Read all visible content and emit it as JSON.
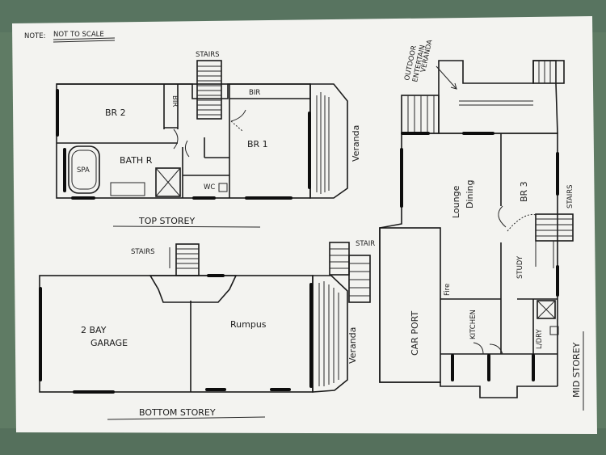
{
  "note": {
    "label": "NOTE:",
    "text": "NOT TO SCALE"
  },
  "top_storey": {
    "title": "TOP STOREY",
    "rooms": {
      "br2": "BR 2",
      "bath": "BATH R",
      "spa": "SPA",
      "bir_small": "BIR",
      "bir": "BIR",
      "br1": "BR 1",
      "wc": "WC",
      "stairs": "STAIRS",
      "veranda": "Veranda"
    }
  },
  "bottom_storey": {
    "title": "BOTTOM STOREY",
    "rooms": {
      "garage_1": "2 BAY",
      "garage_2": "GARAGE",
      "rumpus": "Rumpus",
      "stairs": "STAIRS",
      "stairs_right": "STAIR",
      "veranda": "Veranda"
    }
  },
  "mid_storey": {
    "title": "MID STOREY",
    "rooms": {
      "outdoor_1": "OUTDOOR",
      "outdoor_2": "ENTERTAIN",
      "outdoor_3": "VERANDA",
      "lounge": "Lounge",
      "dining": "Dining",
      "br3": "BR 3",
      "stairs": "STAIRS",
      "study": "STUDY",
      "kitchen": "KITCHEN",
      "fire": "Fire",
      "carport": "CAR PORT",
      "ldry": "L/DRY"
    }
  }
}
